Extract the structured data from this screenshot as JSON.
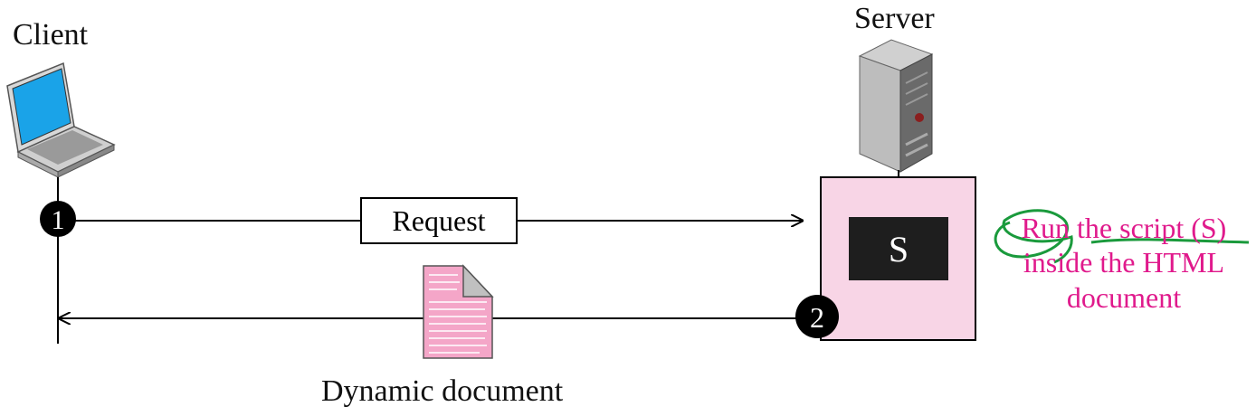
{
  "client": {
    "label": "Client",
    "step": "1"
  },
  "server": {
    "label": "Server",
    "step": "2",
    "script_label": "S"
  },
  "request": {
    "label": "Request"
  },
  "response": {
    "label": "Dynamic document"
  },
  "annotation": {
    "lines": [
      "Run the script (S)",
      "inside the HTML",
      "document"
    ],
    "color": "#e01a8c",
    "highlight_color": "#1a9a3c"
  },
  "colors": {
    "laptop_screen": "#1aa3e8",
    "server_box": "#f8d5e6",
    "document": "#f4a6c8"
  },
  "icons": [
    "laptop-icon",
    "server-tower-icon",
    "document-icon"
  ]
}
